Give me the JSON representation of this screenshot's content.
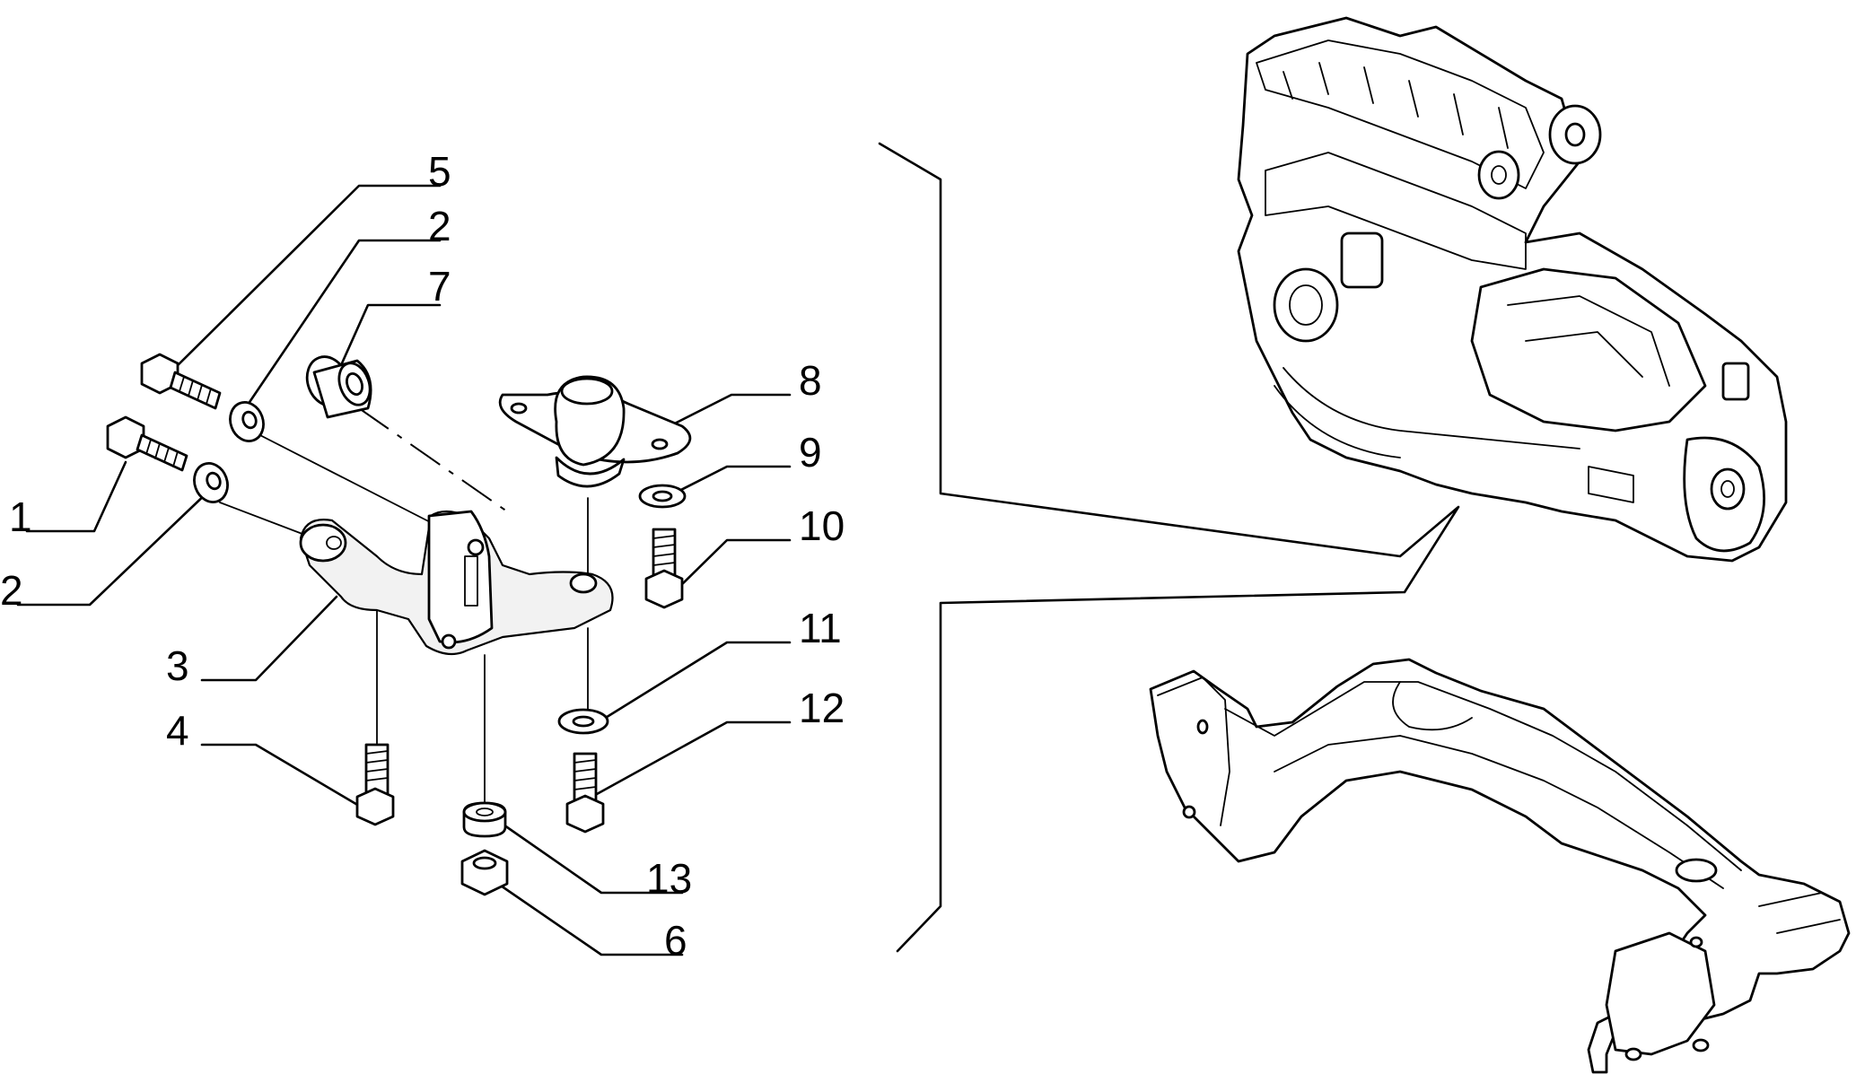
{
  "callouts": [
    {
      "id": "5",
      "text": "5"
    },
    {
      "id": "2a",
      "text": "2"
    },
    {
      "id": "7",
      "text": "7"
    },
    {
      "id": "8",
      "text": "8"
    },
    {
      "id": "9",
      "text": "9"
    },
    {
      "id": "10",
      "text": "10"
    },
    {
      "id": "1",
      "text": "1"
    },
    {
      "id": "2b",
      "text": "2"
    },
    {
      "id": "3",
      "text": "3"
    },
    {
      "id": "11",
      "text": "11"
    },
    {
      "id": "12",
      "text": "12"
    },
    {
      "id": "4",
      "text": "4"
    },
    {
      "id": "13",
      "text": "13"
    },
    {
      "id": "6",
      "text": "6"
    }
  ]
}
